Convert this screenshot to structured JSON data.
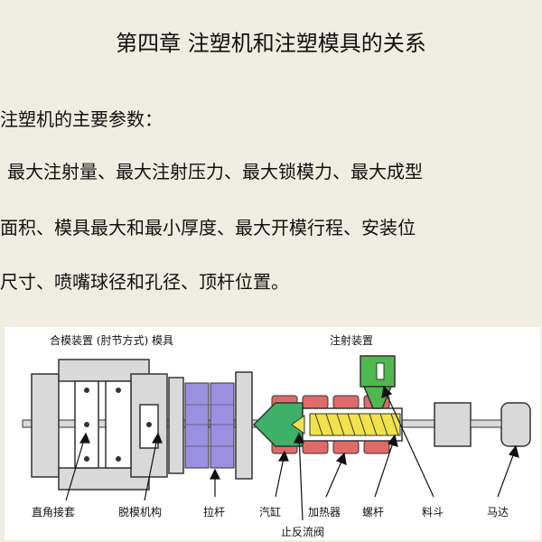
{
  "slide": {
    "title": "第四章  注塑机和注塑模具的关系",
    "lines": [
      "注塑机的主要参数：",
      "最大注射量、最大注射压力、最大锁模力、最大成型",
      "面积、模具最大和最小厚度、最大开模行程、安装位",
      "尺寸、喷嘴球径和孔径、顶杆位置。"
    ]
  },
  "figure": {
    "top_labels": {
      "clamp_unit": "合模装置 (肘节方式) 模具",
      "injection_unit": "注射装置"
    },
    "bottom_labels": {
      "toggle_joint": "直角接套",
      "ejector": "脱模机构",
      "tie_bar": "拉杆",
      "cylinder": "汽缸",
      "heater": "加热器",
      "screw": "螺杆",
      "hopper": "料斗",
      "motor": "马达",
      "check_valve": "止反流阀"
    },
    "colors": {
      "frame": "#d9d9d9",
      "mold": "#9b8fe0",
      "nozzle": "#3fb067",
      "heater": "#e06a6a",
      "screw": "#f0e24a",
      "hopper": "#4fb84f"
    }
  }
}
